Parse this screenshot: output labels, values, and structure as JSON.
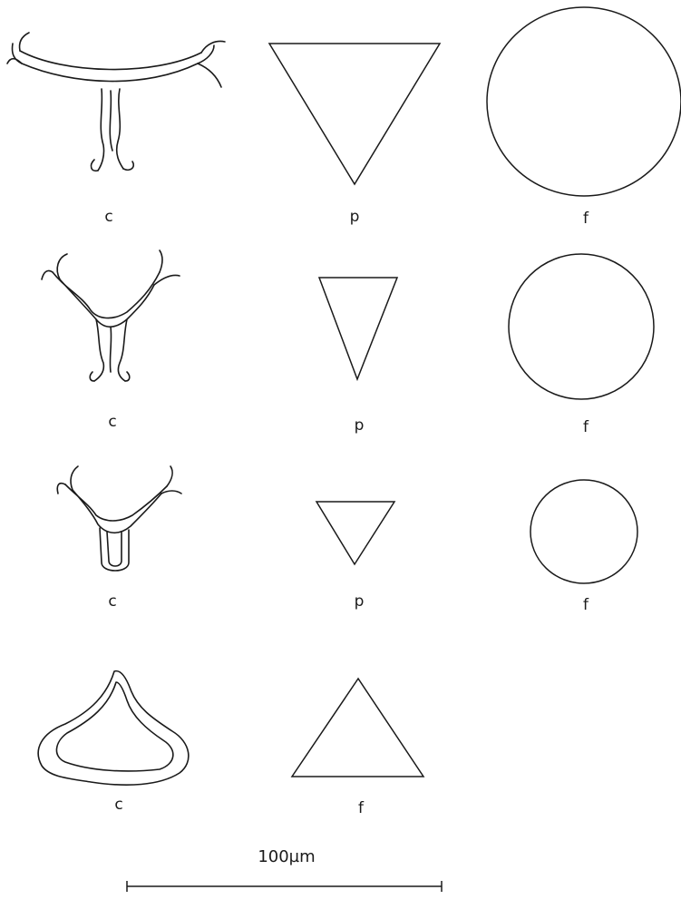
{
  "rows": [
    {
      "labels": [
        "c",
        "p",
        "f"
      ]
    },
    {
      "labels": [
        "c",
        "p",
        "f"
      ]
    },
    {
      "labels": [
        "c",
        "p",
        "f"
      ]
    },
    {
      "labels": [
        "c",
        "f"
      ]
    }
  ],
  "scale_bar": {
    "label": "100µm"
  }
}
